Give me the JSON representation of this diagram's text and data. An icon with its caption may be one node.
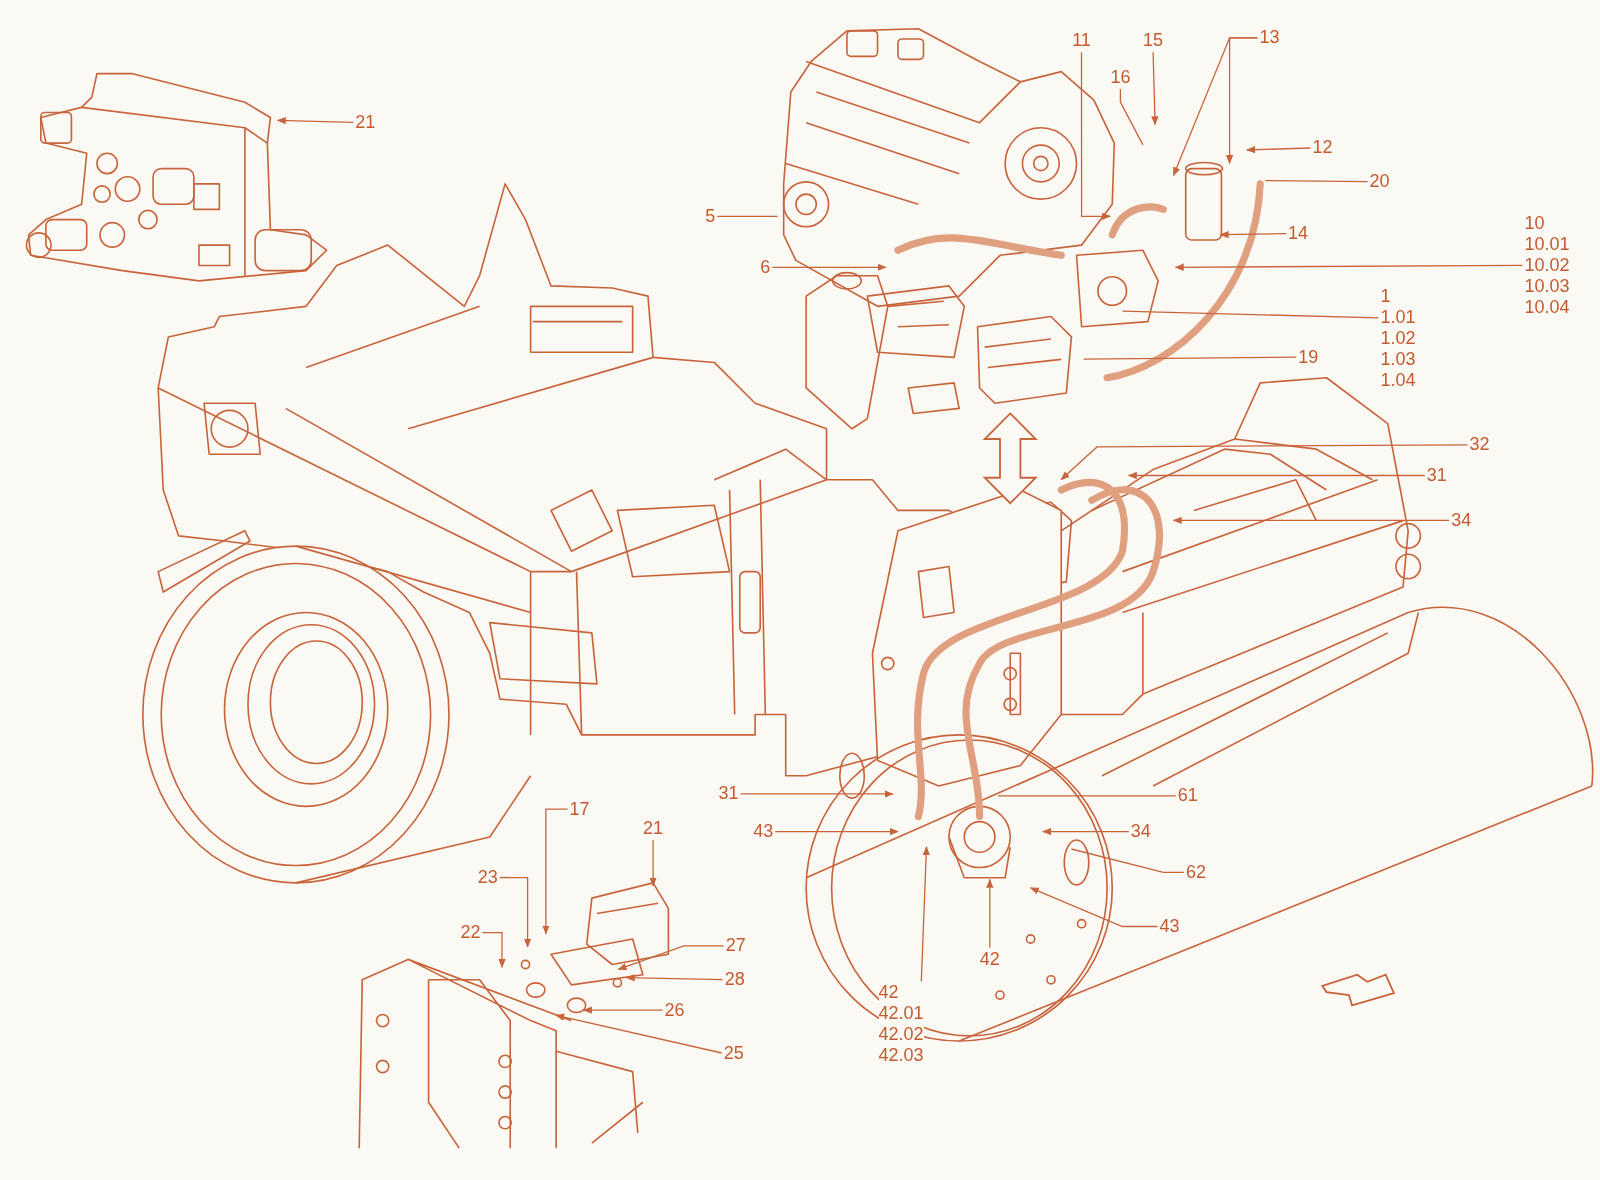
{
  "diagram": {
    "nodes": [
      {
        "text": [
          "21"
        ]
      },
      {
        "text": [
          "5"
        ]
      },
      {
        "text": [
          "6"
        ]
      },
      {
        "text": [
          "11"
        ]
      },
      {
        "text": [
          "16"
        ]
      },
      {
        "text": [
          "15"
        ]
      },
      {
        "text": [
          "13"
        ]
      },
      {
        "text": [
          "12"
        ]
      },
      {
        "text": [
          "20"
        ]
      },
      {
        "text": [
          "14"
        ]
      },
      {
        "text": [
          "10",
          "10.01",
          "10.02",
          "10.03",
          "10.04"
        ]
      },
      {
        "text": [
          "1",
          "1.01",
          "1.02",
          "1.03",
          "1.04"
        ]
      },
      {
        "text": [
          "19"
        ]
      },
      {
        "text": [
          "32"
        ]
      },
      {
        "text": [
          "31"
        ]
      },
      {
        "text": [
          "34"
        ]
      },
      {
        "text": [
          "31"
        ]
      },
      {
        "text": [
          "61"
        ]
      },
      {
        "text": [
          "43"
        ]
      },
      {
        "text": [
          "34"
        ]
      },
      {
        "text": [
          "62"
        ]
      },
      {
        "text": [
          "43"
        ]
      },
      {
        "text": [
          "42"
        ]
      },
      {
        "text": [
          "42",
          "42.01",
          "42.02",
          "42.03"
        ]
      },
      {
        "text": [
          "17"
        ]
      },
      {
        "text": [
          "21"
        ]
      },
      {
        "text": [
          "23"
        ]
      },
      {
        "text": [
          "22"
        ]
      },
      {
        "text": [
          "27"
        ]
      },
      {
        "text": [
          "28"
        ]
      },
      {
        "text": [
          "26"
        ]
      },
      {
        "text": [
          "25"
        ]
      }
    ],
    "edges": [
      {
        "from": 0,
        "to": null,
        "arrow": "to"
      },
      {
        "from": 1,
        "to": null,
        "arrow": "none"
      },
      {
        "from": 2,
        "to": null,
        "arrow": "to"
      },
      {
        "from": 3,
        "to": null,
        "arrow": "to"
      },
      {
        "from": 4,
        "to": null,
        "arrow": "none"
      },
      {
        "from": 5,
        "to": null,
        "arrow": "to"
      },
      {
        "from": 6,
        "to": null,
        "arrow": "to"
      },
      {
        "from": 6,
        "to": null,
        "arrow": "to"
      },
      {
        "from": 7,
        "to": null,
        "arrow": "to"
      },
      {
        "from": 8,
        "to": null,
        "arrow": "none"
      },
      {
        "from": 9,
        "to": null,
        "arrow": "to"
      },
      {
        "from": 10,
        "to": null,
        "arrow": "to"
      },
      {
        "from": 11,
        "to": null,
        "arrow": "none"
      },
      {
        "from": 12,
        "to": null,
        "arrow": "none"
      },
      {
        "from": 13,
        "to": null,
        "arrow": "to"
      },
      {
        "from": 14,
        "to": null,
        "arrow": "to"
      },
      {
        "from": 15,
        "to": null,
        "arrow": "to"
      },
      {
        "from": 16,
        "to": null,
        "arrow": "to"
      },
      {
        "from": 17,
        "to": null,
        "arrow": "none"
      },
      {
        "from": 18,
        "to": null,
        "arrow": "to"
      },
      {
        "from": 19,
        "to": null,
        "arrow": "to"
      },
      {
        "from": 20,
        "to": null,
        "arrow": "none"
      },
      {
        "from": 21,
        "to": null,
        "arrow": "to"
      },
      {
        "from": 22,
        "to": null,
        "arrow": "to"
      },
      {
        "from": 23,
        "to": null,
        "arrow": "to"
      },
      {
        "from": 24,
        "to": null,
        "arrow": "to"
      },
      {
        "from": 25,
        "to": null,
        "arrow": "to"
      },
      {
        "from": 26,
        "to": null,
        "arrow": "to"
      },
      {
        "from": 27,
        "to": null,
        "arrow": "to"
      },
      {
        "from": 28,
        "to": null,
        "arrow": "to"
      },
      {
        "from": 29,
        "to": null,
        "arrow": "to"
      },
      {
        "from": 30,
        "to": null,
        "arrow": "to"
      },
      {
        "from": 31,
        "to": null,
        "arrow": "to"
      }
    ]
  }
}
